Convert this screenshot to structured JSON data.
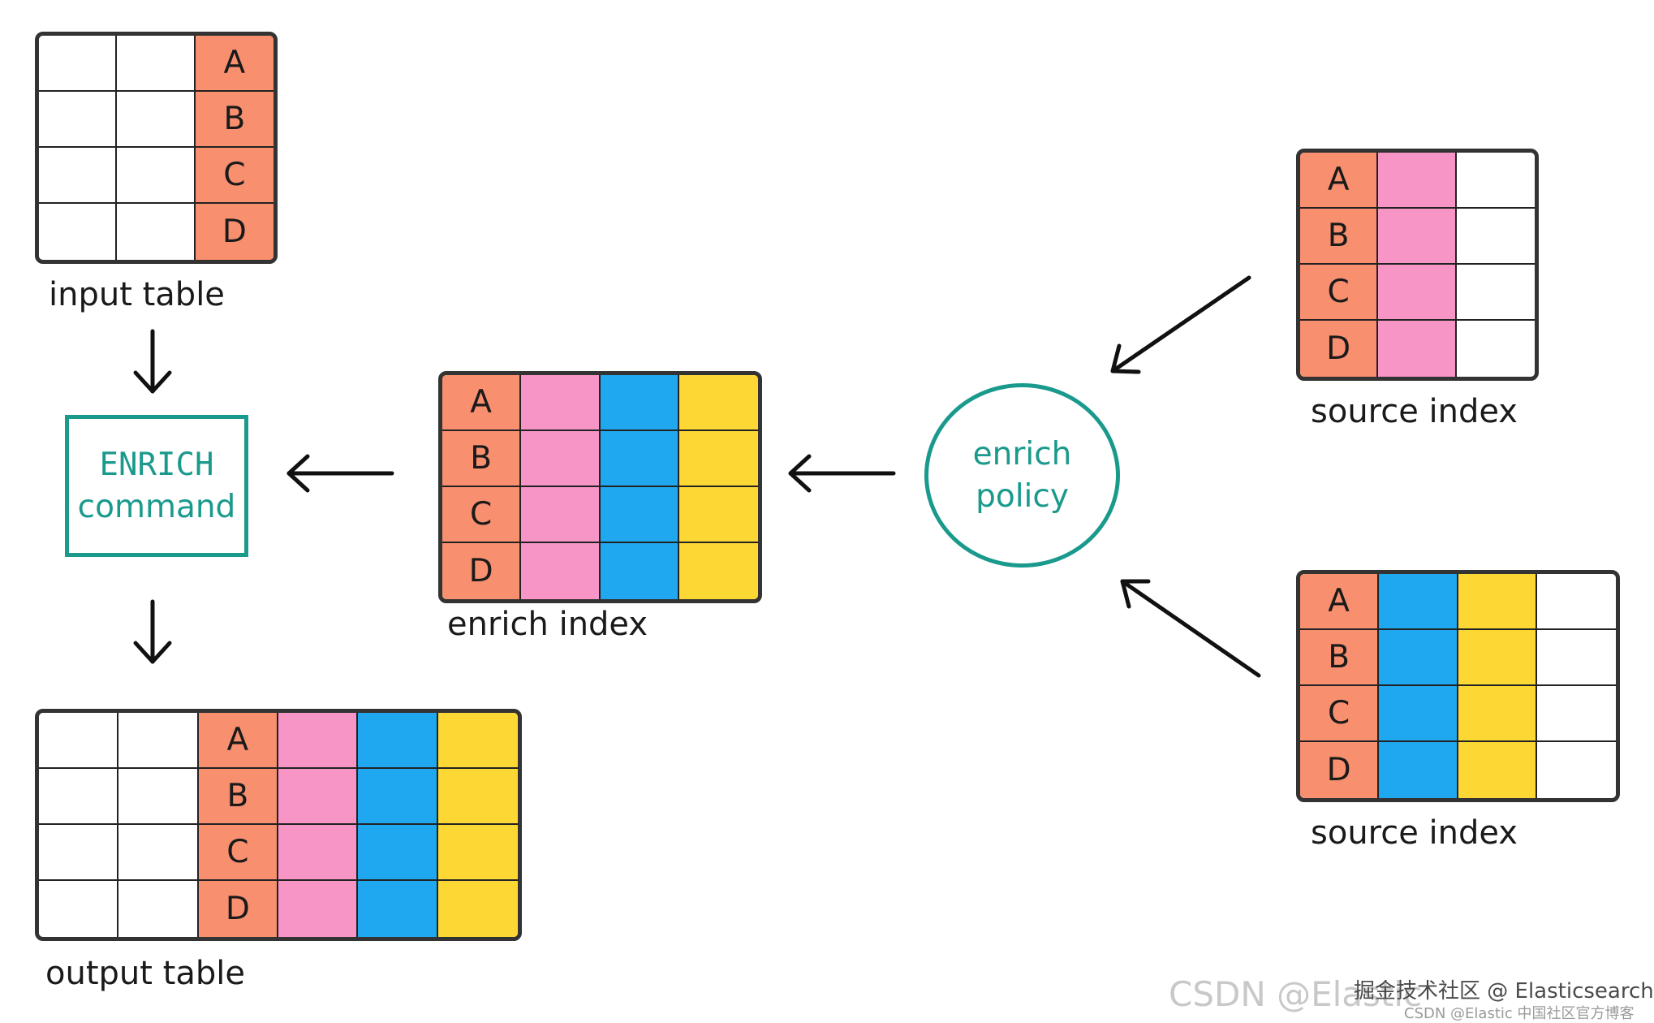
{
  "colors": {
    "key": "#f88f6f",
    "pink": "#f795c7",
    "blue": "#1fa8ef",
    "yellow": "#fdd835",
    "empty": "#ffffff",
    "teal": "#1a9a8c",
    "border": "#333333"
  },
  "tables": [
    {
      "id": "input-table",
      "label": "input table",
      "rows": [
        "A",
        "B",
        "C",
        "D"
      ],
      "columns": [
        "empty",
        "empty",
        "key"
      ]
    },
    {
      "id": "enrich-index",
      "label": "enrich index",
      "rows": [
        "A",
        "B",
        "C",
        "D"
      ],
      "columns": [
        "key",
        "pink",
        "blue",
        "yellow"
      ]
    },
    {
      "id": "output-table",
      "label": "output table",
      "rows": [
        "A",
        "B",
        "C",
        "D"
      ],
      "columns": [
        "empty",
        "empty",
        "key",
        "pink",
        "blue",
        "yellow"
      ]
    },
    {
      "id": "source-index-1",
      "label": "source index",
      "rows": [
        "A",
        "B",
        "C",
        "D"
      ],
      "columns": [
        "key",
        "pink",
        "empty"
      ]
    },
    {
      "id": "source-index-2",
      "label": "source index",
      "rows": [
        "A",
        "B",
        "C",
        "D"
      ],
      "columns": [
        "key",
        "blue",
        "yellow",
        "empty"
      ]
    }
  ],
  "enrich_command": {
    "line1": "ENRICH",
    "line2": "command"
  },
  "enrich_policy": {
    "line1": "enrich",
    "line2": "policy"
  },
  "watermark": {
    "csdn": "CSDN @Elastic",
    "juejin": "掘金技术社区 @ Elasticsearch",
    "blog": "CSDN @Elastic 中国社区官方博客"
  }
}
